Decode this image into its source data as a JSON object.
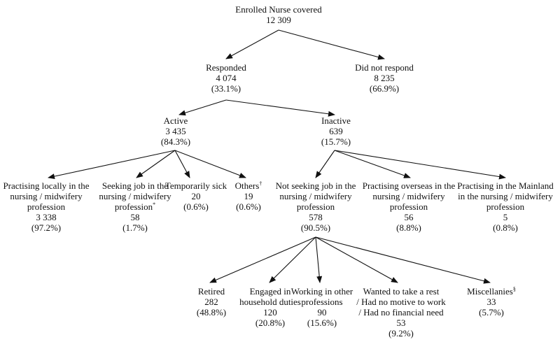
{
  "nodes": {
    "root": {
      "lines": [
        "Enrolled Nurse covered",
        "12 309"
      ]
    },
    "resp": {
      "lines": [
        "Responded",
        "4 074",
        "(33.1%)"
      ]
    },
    "noresp": {
      "lines": [
        "Did not respond",
        "8 235",
        "(66.9%)"
      ]
    },
    "active": {
      "lines": [
        "Active",
        "3 435",
        "(84.3%)"
      ]
    },
    "inactive": {
      "lines": [
        "Inactive",
        "639",
        "(15.7%)"
      ]
    },
    "local": {
      "lines": [
        "Practising locally in the",
        "nursing / midwifery",
        "profession",
        "3 338",
        "(97.2%)"
      ]
    },
    "seeking": {
      "lines": [
        "Seeking job in the",
        "nursing / midwifery",
        "profession",
        "58",
        "(1.7%)"
      ],
      "sup": {
        "line": 2,
        "mark": "*"
      }
    },
    "sick": {
      "lines": [
        "Temporarily sick",
        "20",
        "(0.6%)"
      ]
    },
    "others": {
      "lines": [
        "Others",
        "19",
        "(0.6%)"
      ],
      "sup": {
        "line": 0,
        "mark": "†"
      }
    },
    "notseek": {
      "lines": [
        "Not seeking job in the",
        "nursing / midwifery",
        "profession",
        "578",
        "(90.5%)"
      ]
    },
    "overseas": {
      "lines": [
        "Practising overseas in the",
        "nursing / midwifery",
        "profession",
        "56",
        "(8.8%)"
      ]
    },
    "mainland": {
      "lines": [
        "Practising in the Mainland",
        "in the nursing / midwifery",
        "profession",
        "5",
        "(0.8%)"
      ]
    },
    "retired": {
      "lines": [
        "Retired",
        "282",
        "(48.8%)"
      ]
    },
    "house": {
      "lines": [
        "Engaged in",
        "household duties",
        "120",
        "(20.8%)"
      ]
    },
    "otherprof": {
      "lines": [
        "Working in other",
        "professions",
        "90",
        "(15.6%)"
      ]
    },
    "rest": {
      "lines": [
        "Wanted to take a rest",
        "/ Had no motive to work",
        "/ Had no financial need",
        "53",
        "(9.2%)"
      ]
    },
    "misc": {
      "lines": [
        "Miscellanies",
        "33",
        "(5.7%)"
      ],
      "sup": {
        "line": 0,
        "mark": "§"
      }
    }
  }
}
